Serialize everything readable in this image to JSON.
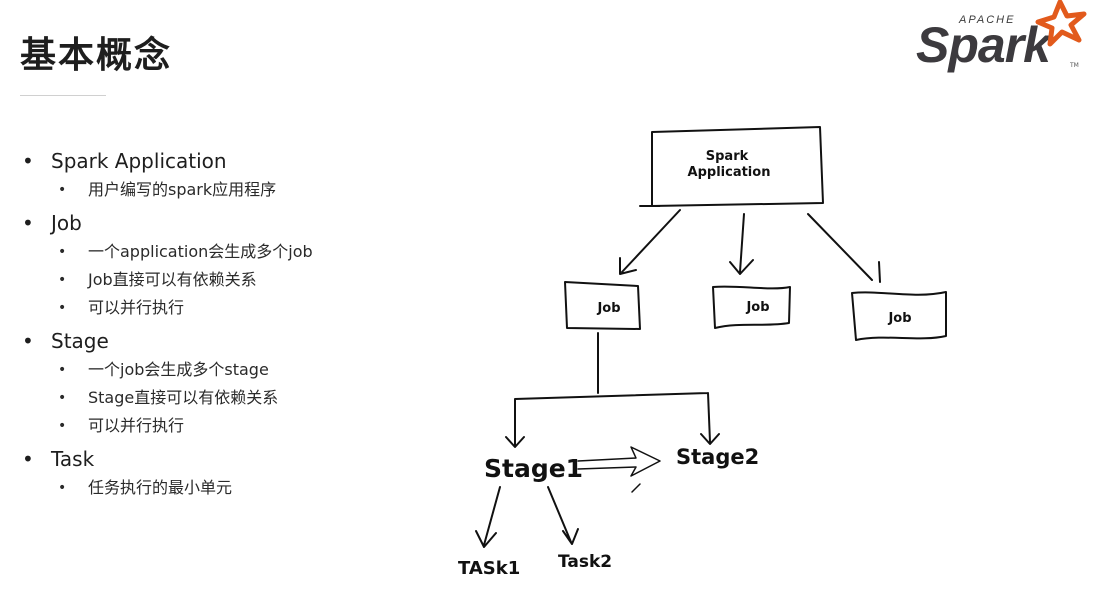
{
  "slide": {
    "title": "基本概念"
  },
  "logo": {
    "apache": "APACHE",
    "spark": "Spark",
    "tm": "TM",
    "star_color": "#e25a1c"
  },
  "concepts": [
    {
      "label": "Spark Application",
      "items": [
        "用户编写的spark应用程序"
      ]
    },
    {
      "label": "Job",
      "items": [
        "一个application会生成多个job",
        "Job直接可以有依赖关系",
        "可以并行执行"
      ]
    },
    {
      "label": "Stage",
      "items": [
        "一个job会生成多个stage",
        "Stage直接可以有依赖关系",
        "可以并行执行"
      ]
    },
    {
      "label": "Task",
      "items": [
        "任务执行的最小单元"
      ]
    }
  ],
  "diagram": {
    "application_line1": "Spark",
    "application_line2": "Application",
    "job1": "Job",
    "job2": "Job",
    "job3": "Job",
    "stage1": "Stage1",
    "stage2": "Stage2",
    "task1": "TASk1",
    "task2": "Task2"
  }
}
